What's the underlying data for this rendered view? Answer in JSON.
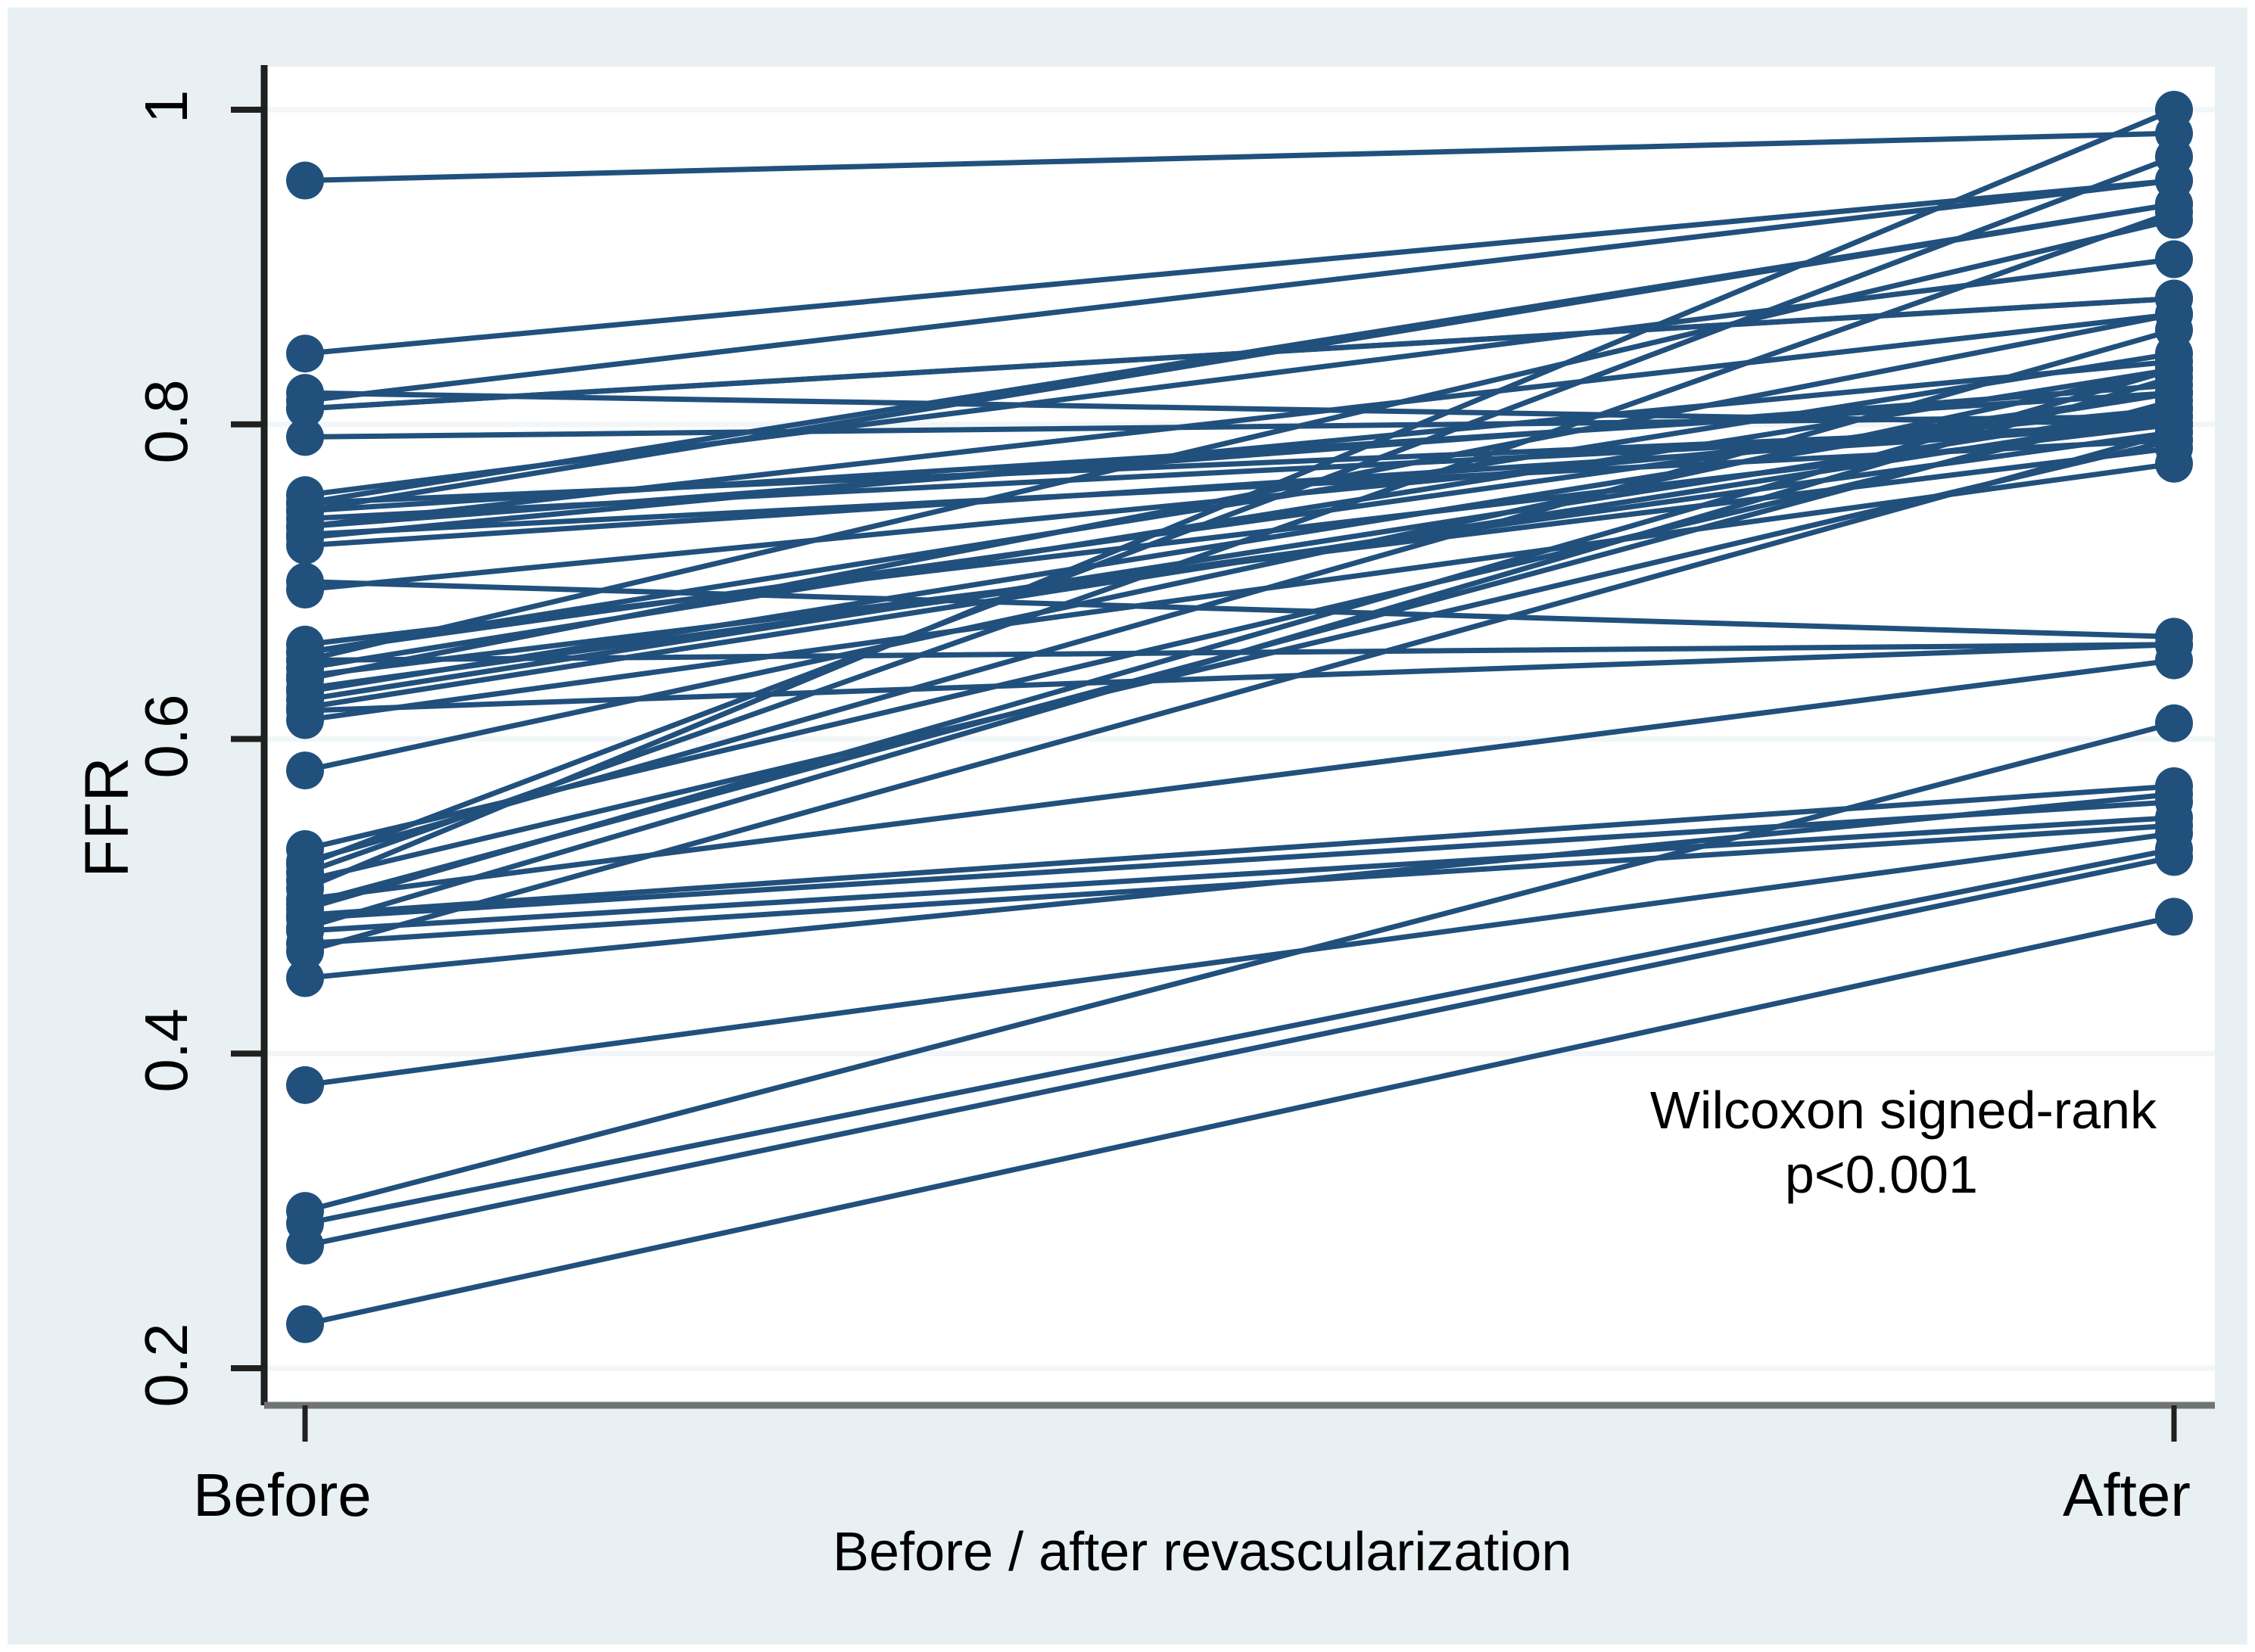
{
  "chart_data": {
    "type": "line",
    "subtype": "paired-slope-chart",
    "title": "",
    "xlabel": "Before / after revascularization",
    "ylabel": "FFR",
    "categories": [
      "Before",
      "After"
    ],
    "x_tick_labels": [
      "Before",
      "After"
    ],
    "y_tick_labels": [
      "0.2",
      "0.4",
      "0.6",
      "0.8",
      "1"
    ],
    "y_ticks": [
      0.2,
      0.4,
      0.6,
      0.8,
      1.0
    ],
    "ylim": [
      0.18,
      1.02
    ],
    "grid": true,
    "grid_axis": "y",
    "legend": "none",
    "marker": "filled-circle",
    "series_color": "#21507d",
    "annotations": [
      "Wilcoxon signed-rank",
      "p<0.001"
    ],
    "n_pairs": 56,
    "pairs": [
      {
        "before": 0.955,
        "after": 0.985
      },
      {
        "before": 0.845,
        "after": 0.955
      },
      {
        "before": 0.82,
        "after": 0.8
      },
      {
        "before": 0.815,
        "after": 0.955
      },
      {
        "before": 0.81,
        "after": 0.88
      },
      {
        "before": 0.792,
        "after": 0.805
      },
      {
        "before": 0.755,
        "after": 0.905
      },
      {
        "before": 0.75,
        "after": 0.94
      },
      {
        "before": 0.745,
        "after": 0.82
      },
      {
        "before": 0.74,
        "after": 0.8
      },
      {
        "before": 0.735,
        "after": 0.87
      },
      {
        "before": 0.73,
        "after": 0.79
      },
      {
        "before": 0.723,
        "after": 0.8
      },
      {
        "before": 0.7,
        "after": 0.665
      },
      {
        "before": 0.695,
        "after": 0.81
      },
      {
        "before": 0.66,
        "after": 0.8
      },
      {
        "before": 0.655,
        "after": 0.82
      },
      {
        "before": 0.65,
        "after": 0.93
      },
      {
        "before": 0.645,
        "after": 0.835
      },
      {
        "before": 0.638,
        "after": 0.87
      },
      {
        "before": 0.632,
        "after": 0.795
      },
      {
        "before": 0.625,
        "after": 0.81
      },
      {
        "before": 0.618,
        "after": 0.66
      },
      {
        "before": 0.612,
        "after": 0.775
      },
      {
        "before": 0.58,
        "after": 0.835
      },
      {
        "before": 0.53,
        "after": 0.81
      },
      {
        "before": 0.522,
        "after": 0.86
      },
      {
        "before": 0.515,
        "after": 0.935
      },
      {
        "before": 0.505,
        "after": 1.0
      },
      {
        "before": 0.498,
        "after": 0.65
      },
      {
        "before": 0.492,
        "after": 0.835
      },
      {
        "before": 0.486,
        "after": 0.56
      },
      {
        "before": 0.48,
        "after": 0.83
      },
      {
        "before": 0.47,
        "after": 0.545
      },
      {
        "before": 0.465,
        "after": 0.795
      },
      {
        "before": 0.448,
        "after": 0.565
      },
      {
        "before": 0.38,
        "after": 0.54
      },
      {
        "before": 0.3,
        "after": 0.61
      },
      {
        "before": 0.292,
        "after": 0.53
      },
      {
        "before": 0.278,
        "after": 0.525
      },
      {
        "before": 0.228,
        "after": 0.487
      },
      {
        "before": 0.81,
        "after": 0.88
      },
      {
        "before": 0.745,
        "after": 0.94
      },
      {
        "before": 0.735,
        "after": 0.825
      },
      {
        "before": 0.655,
        "after": 0.845
      },
      {
        "before": 0.65,
        "after": 0.66
      },
      {
        "before": 0.64,
        "after": 0.785
      },
      {
        "before": 0.63,
        "after": 0.82
      },
      {
        "before": 0.62,
        "after": 0.805
      },
      {
        "before": 0.52,
        "after": 0.97
      },
      {
        "before": 0.51,
        "after": 0.79
      },
      {
        "before": 0.495,
        "after": 0.815
      },
      {
        "before": 0.488,
        "after": 0.57
      },
      {
        "before": 0.478,
        "after": 0.55
      },
      {
        "before": 0.75,
        "after": 0.8
      },
      {
        "before": 0.728,
        "after": 0.84
      }
    ]
  },
  "axes": {
    "y_title": "FFR",
    "x_title": "Before / after revascularization",
    "y_tick_labels": [
      "1",
      "0.8",
      "0.6",
      "0.4",
      "0.2"
    ],
    "x_tick_before": "Before",
    "x_tick_after": "After"
  },
  "annotation": {
    "line1": "Wilcoxon signed-rank",
    "line2": "p<0.001"
  },
  "colors": {
    "background": "#e9f0f3",
    "plot_background": "#ffffff",
    "series": "#21507d",
    "axis": "#202020",
    "grid": "#f2f6f8"
  }
}
